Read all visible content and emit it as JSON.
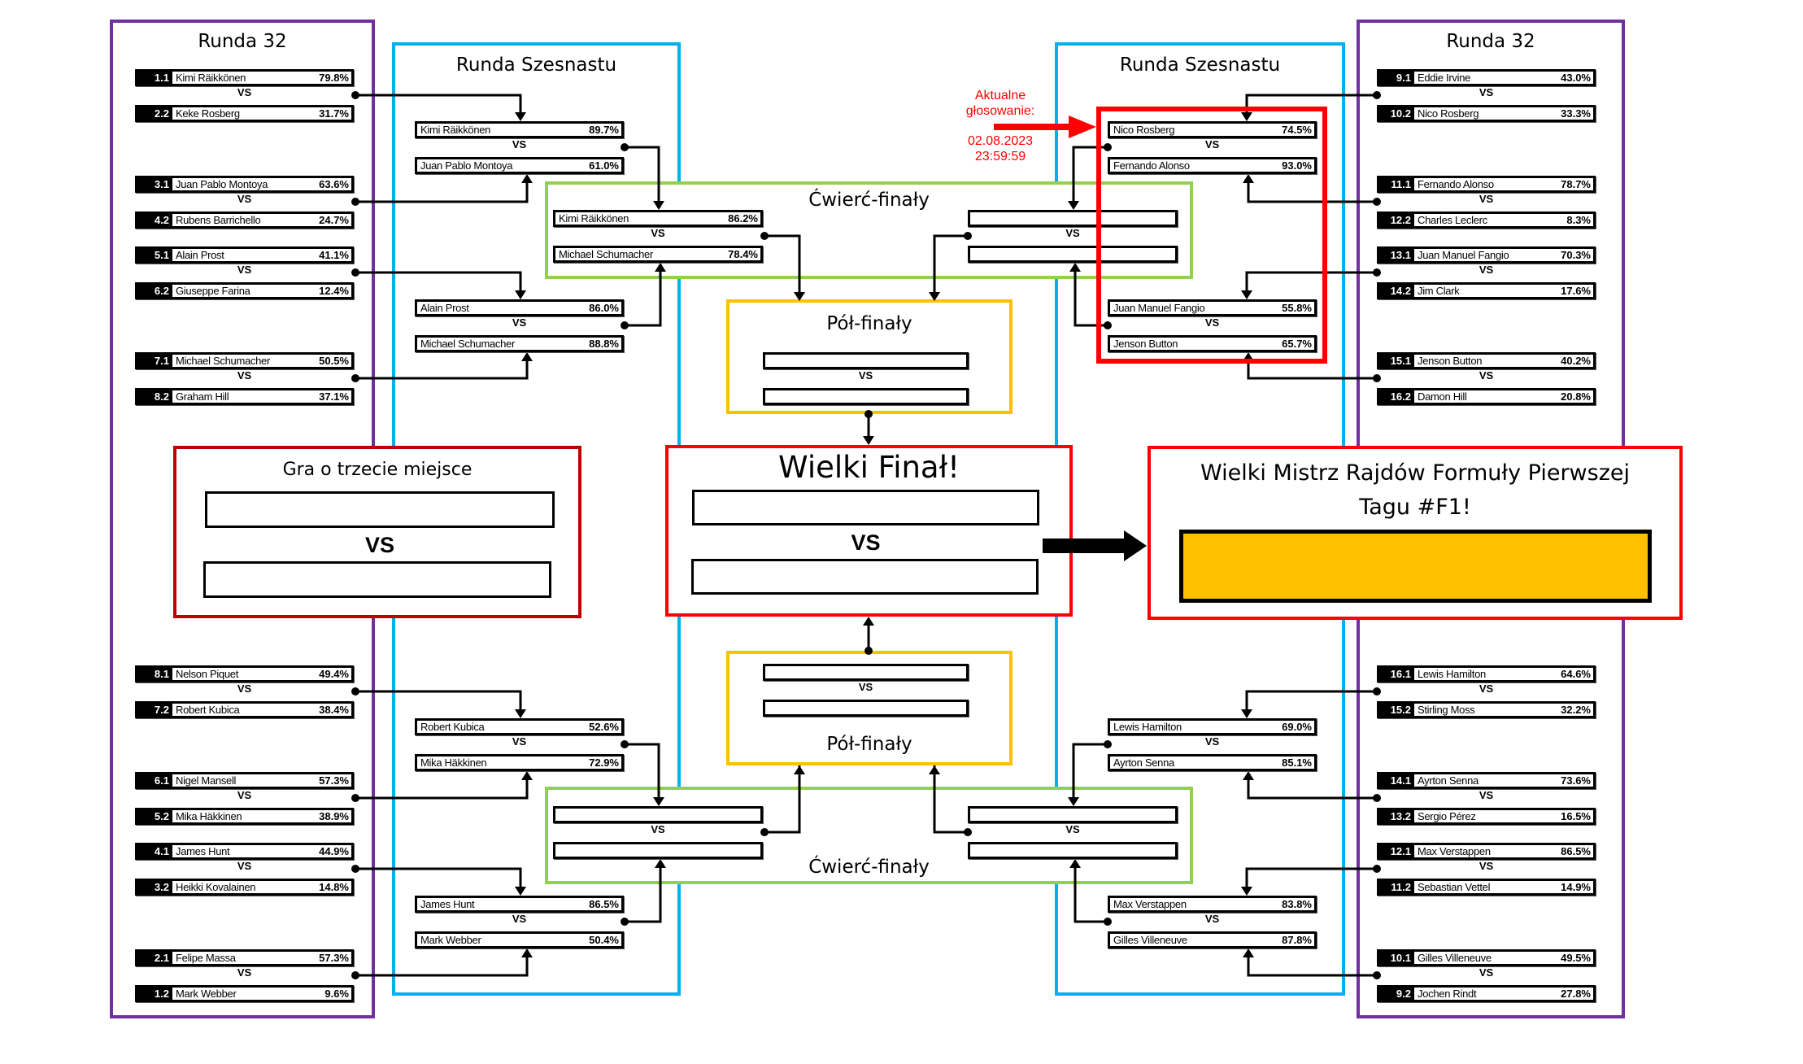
{
  "labels": {
    "round32": "Runda 32",
    "round16": "Runda Szesnastu",
    "quarterfinals": "Ćwierć-finały",
    "semifinals": "Pół-finały",
    "final": "Wielki Finał!",
    "third_place": "Gra o trzecie miejsce",
    "champion_line1": "Wielki Mistrz Rajdów Formuły Pierwszej",
    "champion_line2": "Tagu #F1!",
    "vs": "VS"
  },
  "current_vote": {
    "label_line1": "Aktualne",
    "label_line2": "głosowanie:",
    "date": "02.08.2023",
    "time": "23:59:59"
  },
  "round32_left": [
    {
      "a": {
        "seed": "1.1",
        "name": "Kimi Räikkönen",
        "pct": "79.8%"
      },
      "b": {
        "seed": "2.2",
        "name": "Keke Rosberg",
        "pct": "31.7%"
      }
    },
    {
      "a": {
        "seed": "3.1",
        "name": "Juan Pablo Montoya",
        "pct": "63.6%"
      },
      "b": {
        "seed": "4.2",
        "name": "Rubens Barrichello",
        "pct": "24.7%"
      }
    },
    {
      "a": {
        "seed": "5.1",
        "name": "Alain Prost",
        "pct": "41.1%"
      },
      "b": {
        "seed": "6.2",
        "name": "Giuseppe Farina",
        "pct": "12.4%"
      }
    },
    {
      "a": {
        "seed": "7.1",
        "name": "Michael Schumacher",
        "pct": "50.5%"
      },
      "b": {
        "seed": "8.2",
        "name": "Graham Hill",
        "pct": "37.1%"
      }
    },
    {
      "a": {
        "seed": "8.1",
        "name": "Nelson Piquet",
        "pct": "49.4%"
      },
      "b": {
        "seed": "7.2",
        "name": "Robert Kubica",
        "pct": "38.4%"
      }
    },
    {
      "a": {
        "seed": "6.1",
        "name": "Nigel Mansell",
        "pct": "57.3%"
      },
      "b": {
        "seed": "5.2",
        "name": "Mika Häkkinen",
        "pct": "38.9%"
      }
    },
    {
      "a": {
        "seed": "4.1",
        "name": "James Hunt",
        "pct": "44.9%"
      },
      "b": {
        "seed": "3.2",
        "name": "Heikki Kovalainen",
        "pct": "14.8%"
      }
    },
    {
      "a": {
        "seed": "2.1",
        "name": "Felipe Massa",
        "pct": "57.3%"
      },
      "b": {
        "seed": "1.2",
        "name": "Mark Webber",
        "pct": "9.6%"
      }
    }
  ],
  "round32_right": [
    {
      "a": {
        "seed": "9.1",
        "name": "Eddie Irvine",
        "pct": "43.0%"
      },
      "b": {
        "seed": "10.2",
        "name": "Nico Rosberg",
        "pct": "33.3%"
      }
    },
    {
      "a": {
        "seed": "11.1",
        "name": "Fernando Alonso",
        "pct": "78.7%"
      },
      "b": {
        "seed": "12.2",
        "name": "Charles Leclerc",
        "pct": "8.3%"
      }
    },
    {
      "a": {
        "seed": "13.1",
        "name": "Juan Manuel Fangio",
        "pct": "70.3%"
      },
      "b": {
        "seed": "14.2",
        "name": "Jim Clark",
        "pct": "17.6%"
      }
    },
    {
      "a": {
        "seed": "15.1",
        "name": "Jenson Button",
        "pct": "40.2%"
      },
      "b": {
        "seed": "16.2",
        "name": "Damon Hill",
        "pct": "20.8%"
      }
    },
    {
      "a": {
        "seed": "16.1",
        "name": "Lewis Hamilton",
        "pct": "64.6%"
      },
      "b": {
        "seed": "15.2",
        "name": "Stirling Moss",
        "pct": "32.2%"
      }
    },
    {
      "a": {
        "seed": "14.1",
        "name": "Ayrton Senna",
        "pct": "73.6%"
      },
      "b": {
        "seed": "13.2",
        "name": "Sergio Pérez",
        "pct": "16.5%"
      }
    },
    {
      "a": {
        "seed": "12.1",
        "name": "Max Verstappen",
        "pct": "86.5%"
      },
      "b": {
        "seed": "11.2",
        "name": "Sebastian Vettel",
        "pct": "14.9%"
      }
    },
    {
      "a": {
        "seed": "10.1",
        "name": "Gilles Villeneuve",
        "pct": "49.5%"
      },
      "b": {
        "seed": "9.2",
        "name": "Jochen Rindt",
        "pct": "27.8%"
      }
    }
  ],
  "round16_left": [
    {
      "a": {
        "name": "Kimi Räikkönen",
        "pct": "89.7%"
      },
      "b": {
        "name": "Juan Pablo Montoya",
        "pct": "61.0%"
      }
    },
    {
      "a": {
        "name": "Alain Prost",
        "pct": "86.0%"
      },
      "b": {
        "name": "Michael Schumacher",
        "pct": "88.8%"
      }
    },
    {
      "a": {
        "name": "Robert Kubica",
        "pct": "52.6%"
      },
      "b": {
        "name": "Mika Häkkinen",
        "pct": "72.9%"
      }
    },
    {
      "a": {
        "name": "James Hunt",
        "pct": "86.5%"
      },
      "b": {
        "name": "Mark Webber",
        "pct": "50.4%"
      }
    }
  ],
  "round16_right": [
    {
      "a": {
        "name": "Nico Rosberg",
        "pct": "74.5%"
      },
      "b": {
        "name": "Fernando Alonso",
        "pct": "93.0%"
      }
    },
    {
      "a": {
        "name": "Juan Manuel Fangio",
        "pct": "55.8%"
      },
      "b": {
        "name": "Jenson Button",
        "pct": "65.7%"
      }
    },
    {
      "a": {
        "name": "Lewis Hamilton",
        "pct": "69.0%"
      },
      "b": {
        "name": "Ayrton Senna",
        "pct": "85.1%"
      }
    },
    {
      "a": {
        "name": "Max Verstappen",
        "pct": "83.8%"
      },
      "b": {
        "name": "Gilles Villeneuve",
        "pct": "87.8%"
      }
    }
  ],
  "quarterfinals": {
    "top_left": {
      "a": {
        "name": "Kimi Räikkönen",
        "pct": "86.2%"
      },
      "b": {
        "name": "Michael Schumacher",
        "pct": "78.4%"
      }
    },
    "top_right": {
      "a": {
        "name": "",
        "pct": ""
      },
      "b": {
        "name": "",
        "pct": ""
      }
    },
    "bottom_left": {
      "a": {
        "name": "",
        "pct": ""
      },
      "b": {
        "name": "",
        "pct": ""
      }
    },
    "bottom_right": {
      "a": {
        "name": "",
        "pct": ""
      },
      "b": {
        "name": "",
        "pct": ""
      }
    }
  },
  "semifinals": {
    "top": {
      "a": {
        "name": "",
        "pct": ""
      },
      "b": {
        "name": "",
        "pct": ""
      }
    },
    "bottom": {
      "a": {
        "name": "",
        "pct": ""
      },
      "b": {
        "name": "",
        "pct": ""
      }
    }
  },
  "final": {
    "a": "",
    "b": ""
  },
  "third_place": {
    "a": "",
    "b": ""
  },
  "champion": "",
  "colors": {
    "round32": "#7030a0",
    "round16": "#00b0f0",
    "quarterfinals": "#92d050",
    "semifinals": "#ffc000",
    "final": "#ff0000",
    "third_place": "#c00000",
    "champion_fill": "#ffc000",
    "current_vote": "#ff0000"
  }
}
